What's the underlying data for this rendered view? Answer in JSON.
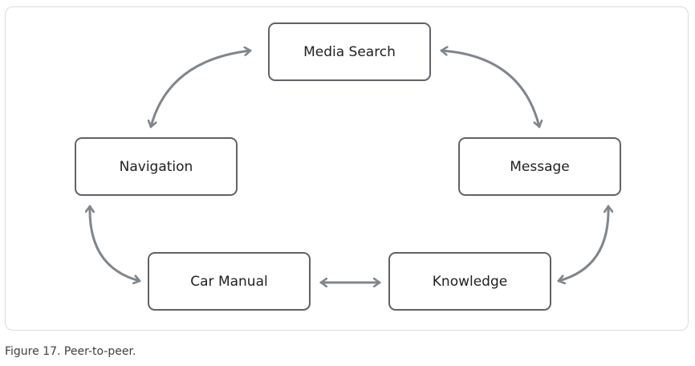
{
  "diagram": {
    "nodes": {
      "media_search": "Media Search",
      "navigation": "Navigation",
      "message": "Message",
      "car_manual": "Car Manual",
      "knowledge": "Knowledge"
    },
    "colors": {
      "node_border": "#5f6368",
      "arrow": "#80868b",
      "frame_border": "#dadce0",
      "text": "#202124"
    }
  },
  "caption": "Figure 17. Peer-to-peer."
}
